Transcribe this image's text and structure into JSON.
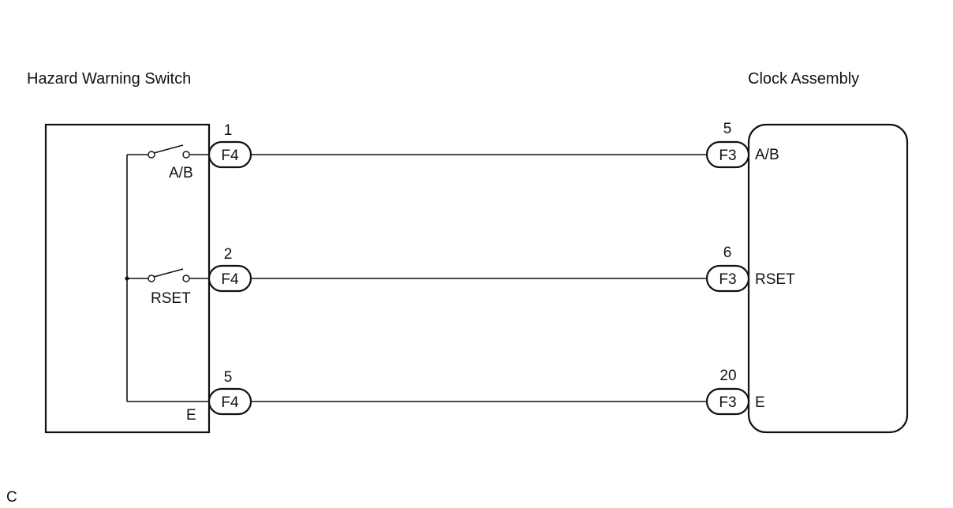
{
  "components": {
    "left": {
      "name": "Hazard Warning Switch"
    },
    "right": {
      "name": "Clock Assembly"
    }
  },
  "left_terminals": {
    "ab": "A/B",
    "rset": "RSET",
    "e": "E"
  },
  "right_terminals": {
    "ab": "A/B",
    "rset": "RSET",
    "e": "E"
  },
  "wires": [
    {
      "left_connector": "F4",
      "left_pin": "1",
      "right_connector": "F3",
      "right_pin": "5"
    },
    {
      "left_connector": "F4",
      "left_pin": "2",
      "right_connector": "F3",
      "right_pin": "6"
    },
    {
      "left_connector": "F4",
      "left_pin": "5",
      "right_connector": "F3",
      "right_pin": "20"
    }
  ],
  "footer": {
    "code": "C"
  }
}
